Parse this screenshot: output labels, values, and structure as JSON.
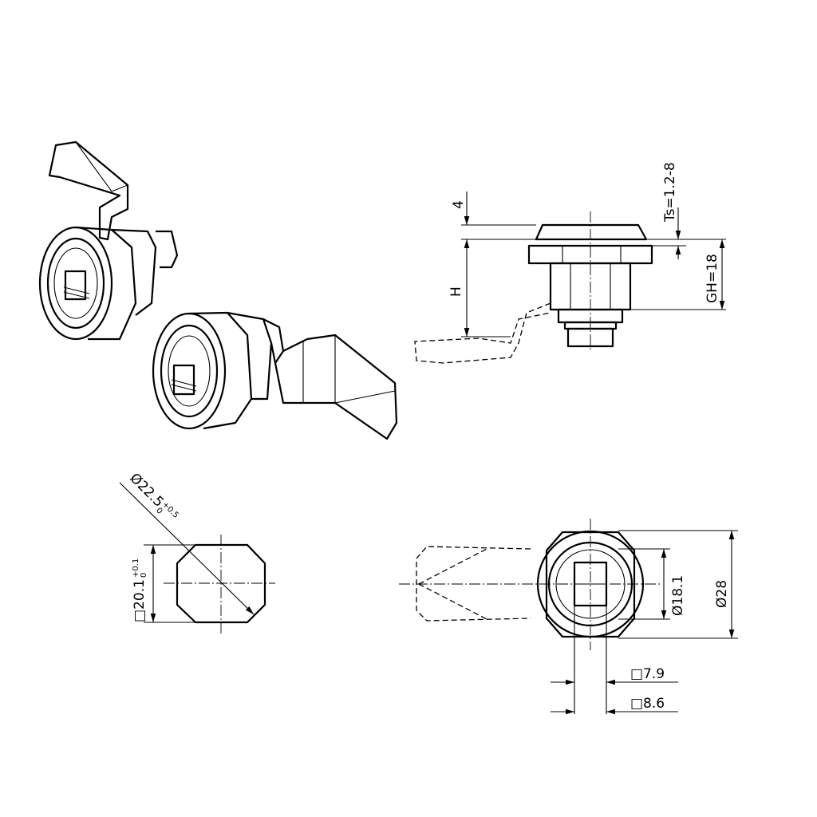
{
  "dimensions": {
    "panel_thickness": "Ts=1.2-8",
    "top_offset": "4",
    "height": "H",
    "grip_height": "GH=18",
    "cutout_diameter": "Ø22.5",
    "cutout_diameter_tol_upper": "+0.5",
    "cutout_diameter_tol_lower": "0",
    "cutout_flat": "□20.1",
    "cutout_flat_tol_upper": "+0.1",
    "cutout_flat_tol_lower": "0",
    "inner_diameter": "Ø18.1",
    "outer_diameter": "Ø28",
    "square_key_small": "□7.9",
    "square_key_large": "□8.6"
  }
}
